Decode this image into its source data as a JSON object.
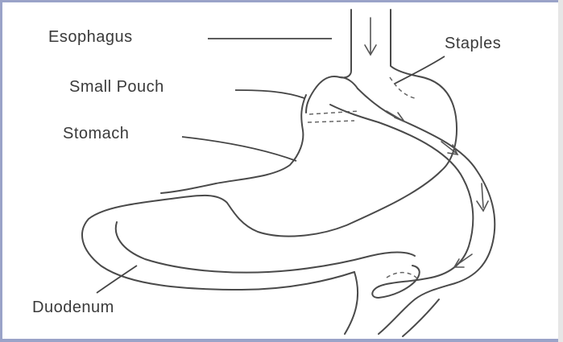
{
  "labels": {
    "esophagus": "Esophagus",
    "staples": "Staples",
    "small_pouch": "Small Pouch",
    "stomach": "Stomach",
    "duodenum": "Duodenum"
  },
  "colors": {
    "frame": "#9aa3c8",
    "ink": "#4a4a4a"
  }
}
